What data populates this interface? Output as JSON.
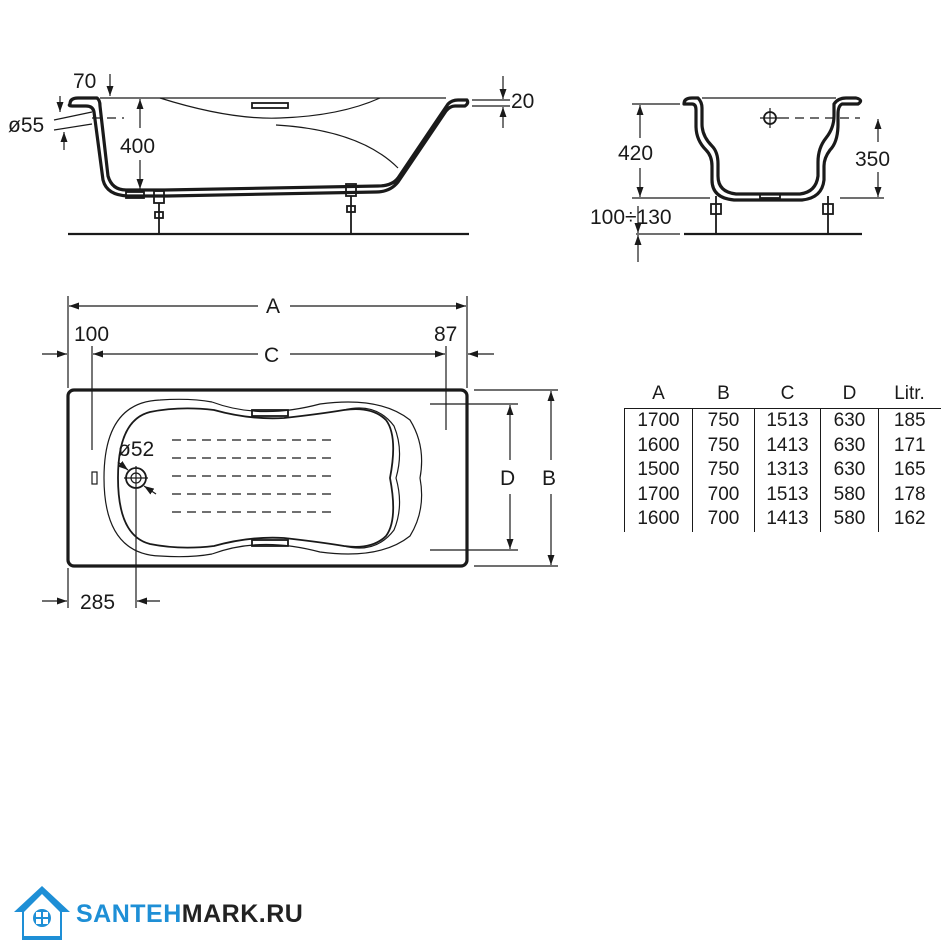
{
  "side_view": {
    "rim_width": "70",
    "rim_thickness": "20",
    "overflow_diameter": "ø55",
    "depth": "400"
  },
  "end_view": {
    "total_height": "420",
    "overflow_height": "350",
    "leg_height": "100÷130"
  },
  "plan_view": {
    "length_label": "A",
    "inner_length_label": "C",
    "width_label": "B",
    "inner_width_label": "D",
    "head_margin": "100",
    "foot_margin": "87",
    "drain_diameter": "ø52",
    "drain_offset": "285"
  },
  "spec_table": {
    "headers": [
      "A",
      "B",
      "C",
      "D",
      "Litr."
    ],
    "rows": [
      [
        "1700",
        "750",
        "1513",
        "630",
        "185"
      ],
      [
        "1600",
        "750",
        "1413",
        "630",
        "171"
      ],
      [
        "1500",
        "750",
        "1313",
        "630",
        "165"
      ],
      [
        "1700",
        "700",
        "1513",
        "580",
        "178"
      ],
      [
        "1600",
        "700",
        "1413",
        "580",
        "162"
      ]
    ]
  },
  "brand": {
    "part1": "SANTEH",
    "part2": "MARK.RU",
    "icon": "house-drop-logo-icon",
    "colors": {
      "primary": "#1e8fd6",
      "dark": "#222222"
    }
  }
}
